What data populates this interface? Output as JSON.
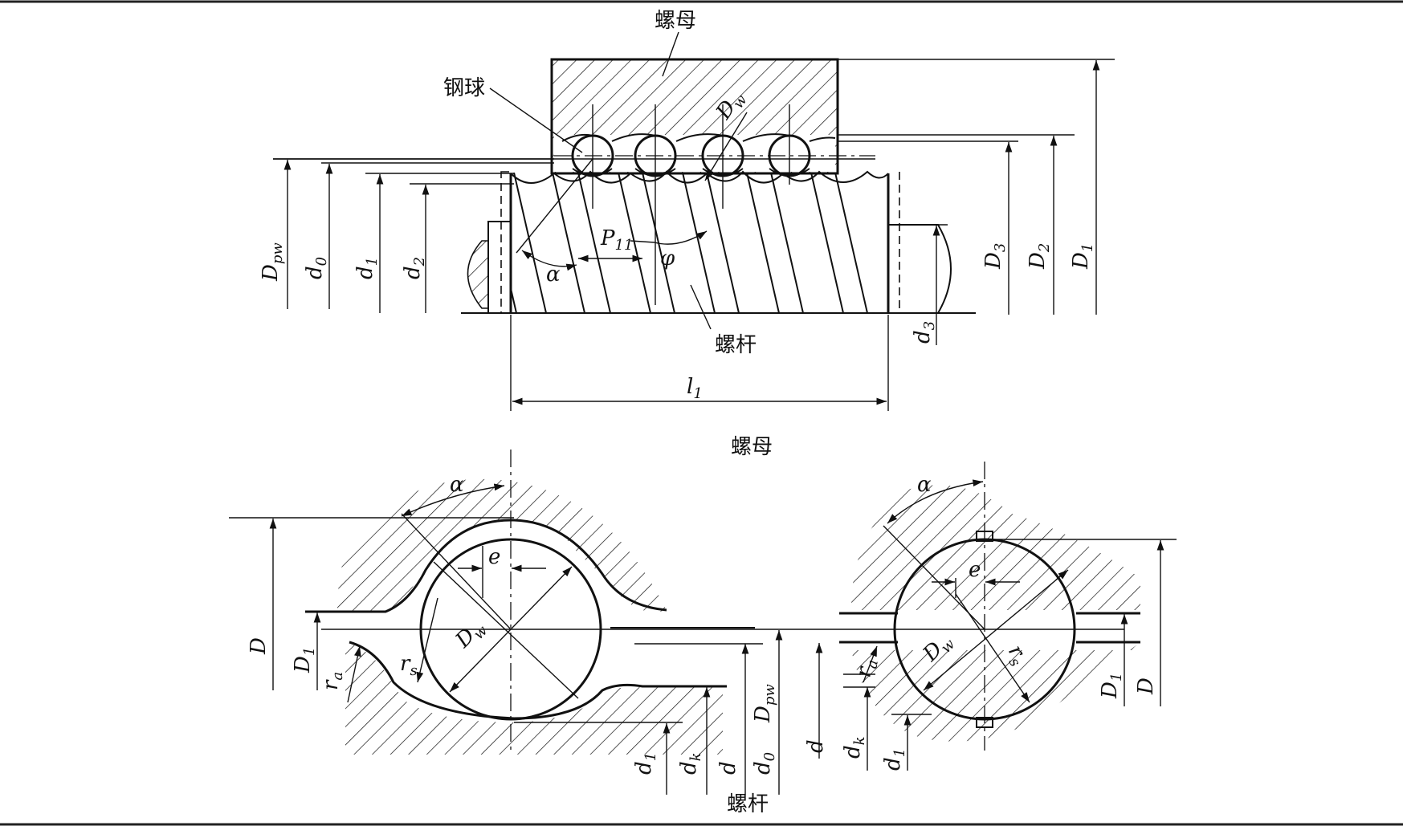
{
  "top_view": {
    "nut_label": "螺母",
    "ball_label": "钢球",
    "screw_label": "螺杆",
    "dim_Dw": "D",
    "dim_Dw_sub": "w",
    "dim_P": "P",
    "dim_P_sub": "11",
    "dim_phi": "φ",
    "dim_alpha": "α",
    "dim_l1": "l",
    "dim_l1_sub": "1",
    "left_dims": [
      {
        "main": "D",
        "sub": "pw"
      },
      {
        "main": "d",
        "sub": "0"
      },
      {
        "main": "d",
        "sub": "1"
      },
      {
        "main": "d",
        "sub": "2"
      }
    ],
    "right_dims": [
      {
        "main": "D",
        "sub": "3"
      },
      {
        "main": "D",
        "sub": "2"
      },
      {
        "main": "D",
        "sub": "1"
      }
    ],
    "d3": {
      "main": "d",
      "sub": "3"
    }
  },
  "bottom_view": {
    "nut_label": "螺母",
    "screw_label": "螺杆",
    "left": {
      "alpha": "α",
      "e": "e",
      "Dw": {
        "main": "D",
        "sub": "w"
      },
      "rs": {
        "main": "r",
        "sub": "s"
      },
      "ra": {
        "main": "r",
        "sub": "a"
      },
      "D": "D",
      "D1": {
        "main": "D",
        "sub": "1"
      },
      "bottom_dims": [
        {
          "main": "d",
          "sub": "1"
        },
        {
          "main": "d",
          "sub": "k"
        },
        {
          "main": "d",
          "sub": ""
        },
        {
          "main": "d",
          "sub": "0"
        },
        {
          "main": "D",
          "sub": "pw"
        }
      ]
    },
    "right": {
      "alpha": "α",
      "e": "e",
      "Dw": {
        "main": "D",
        "sub": "w"
      },
      "rs": {
        "main": "r",
        "sub": "s"
      },
      "ra": {
        "main": "r",
        "sub": "a"
      },
      "D1": {
        "main": "D",
        "sub": "1"
      },
      "D": "D",
      "bottom_dims": [
        {
          "main": "d",
          "sub": ""
        },
        {
          "main": "d",
          "sub": "k"
        },
        {
          "main": "d",
          "sub": "1"
        }
      ]
    }
  }
}
